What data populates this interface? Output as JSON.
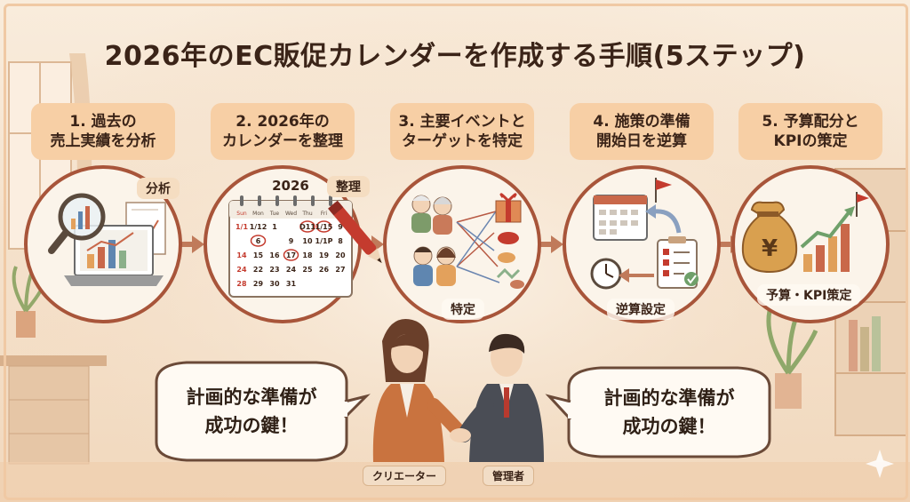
{
  "title": "2026年のEC販促カレンダーを作成する手順(5ステップ)",
  "steps": [
    {
      "line1": "1. 過去の",
      "line2": "売上実績を分析",
      "tag": "分析",
      "icon": "magnifier-laptop-chart-icon"
    },
    {
      "line1": "2. 2026年の",
      "line2": "カレンダーを整理",
      "tag": "整理",
      "icon": "calendar-pen-icon"
    },
    {
      "line1": "3. 主要イベントと",
      "line2": "ターゲットを特定",
      "tag": "特定",
      "icon": "people-gift-icon"
    },
    {
      "line1": "4. 施策の準備",
      "line2": "開始日を逆算",
      "tag": "逆算設定",
      "icon": "calendar-clock-checklist-icon"
    },
    {
      "line1": "5. 予算配分と",
      "line2": "KPIの策定",
      "tag": "予算・KPI策定",
      "icon": "moneybag-growth-chart-icon"
    }
  ],
  "calendar": {
    "year": "2026",
    "headers": [
      "Sun",
      "Mon",
      "Tue",
      "Wed",
      "Thu",
      "Fri",
      "Sat"
    ],
    "rows": [
      [
        "1/1",
        "1/12",
        "1",
        "",
        "D11",
        "1/15",
        "9"
      ],
      [
        "",
        "6",
        "",
        "9",
        "10",
        "1/1P",
        "8"
      ],
      [
        "14",
        "15",
        "16",
        "17",
        "18",
        "19",
        "20"
      ],
      [
        "24",
        "22",
        "23",
        "24",
        "25",
        "26",
        "27"
      ],
      [
        "28",
        "29",
        "30",
        "31",
        "",
        "",
        ""
      ]
    ],
    "circled": [
      "6",
      "D11",
      "1/15",
      "17"
    ]
  },
  "speech_left": {
    "line1": "計画的な準備が",
    "line2": "成功の鍵！"
  },
  "speech_right": {
    "line1": "計画的な準備が",
    "line2": "成功の鍵！"
  },
  "people": [
    {
      "label": "クリエーター",
      "icon": "creator-woman-icon"
    },
    {
      "label": "管理者",
      "icon": "manager-man-icon"
    }
  ],
  "colors": {
    "background": "#f6e6d3",
    "circle_stroke": "#a8553a",
    "label_fill": "#f7cfa5",
    "arrow": "#c07a5a",
    "text": "#3b2418",
    "accent_red": "#c43b2e"
  }
}
